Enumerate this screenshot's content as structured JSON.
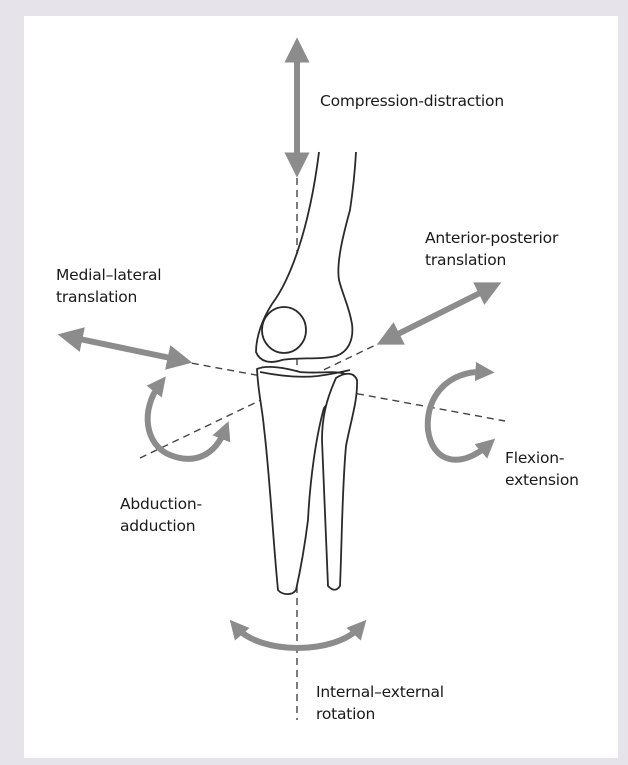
{
  "colors": {
    "background": "#e6e3ea",
    "panel": "#ffffff",
    "arrow": "#8c8c8c",
    "bone_outline": "#2a2a2a",
    "axis_dash": "#444444",
    "text": "#1a1a1a"
  },
  "labels": {
    "compression_distraction": "Compression-distraction",
    "anterior_posterior": {
      "line1": "Anterior-posterior",
      "line2": "translation"
    },
    "medial_lateral": {
      "line1": "Medial–lateral",
      "line2": "translation"
    },
    "flexion_extension": {
      "line1": "Flexion-",
      "line2": "extension"
    },
    "abduction_adduction": {
      "line1": "Abduction-",
      "line2": "adduction"
    },
    "internal_external": {
      "line1": "Internal–external",
      "line2": "rotation"
    }
  }
}
